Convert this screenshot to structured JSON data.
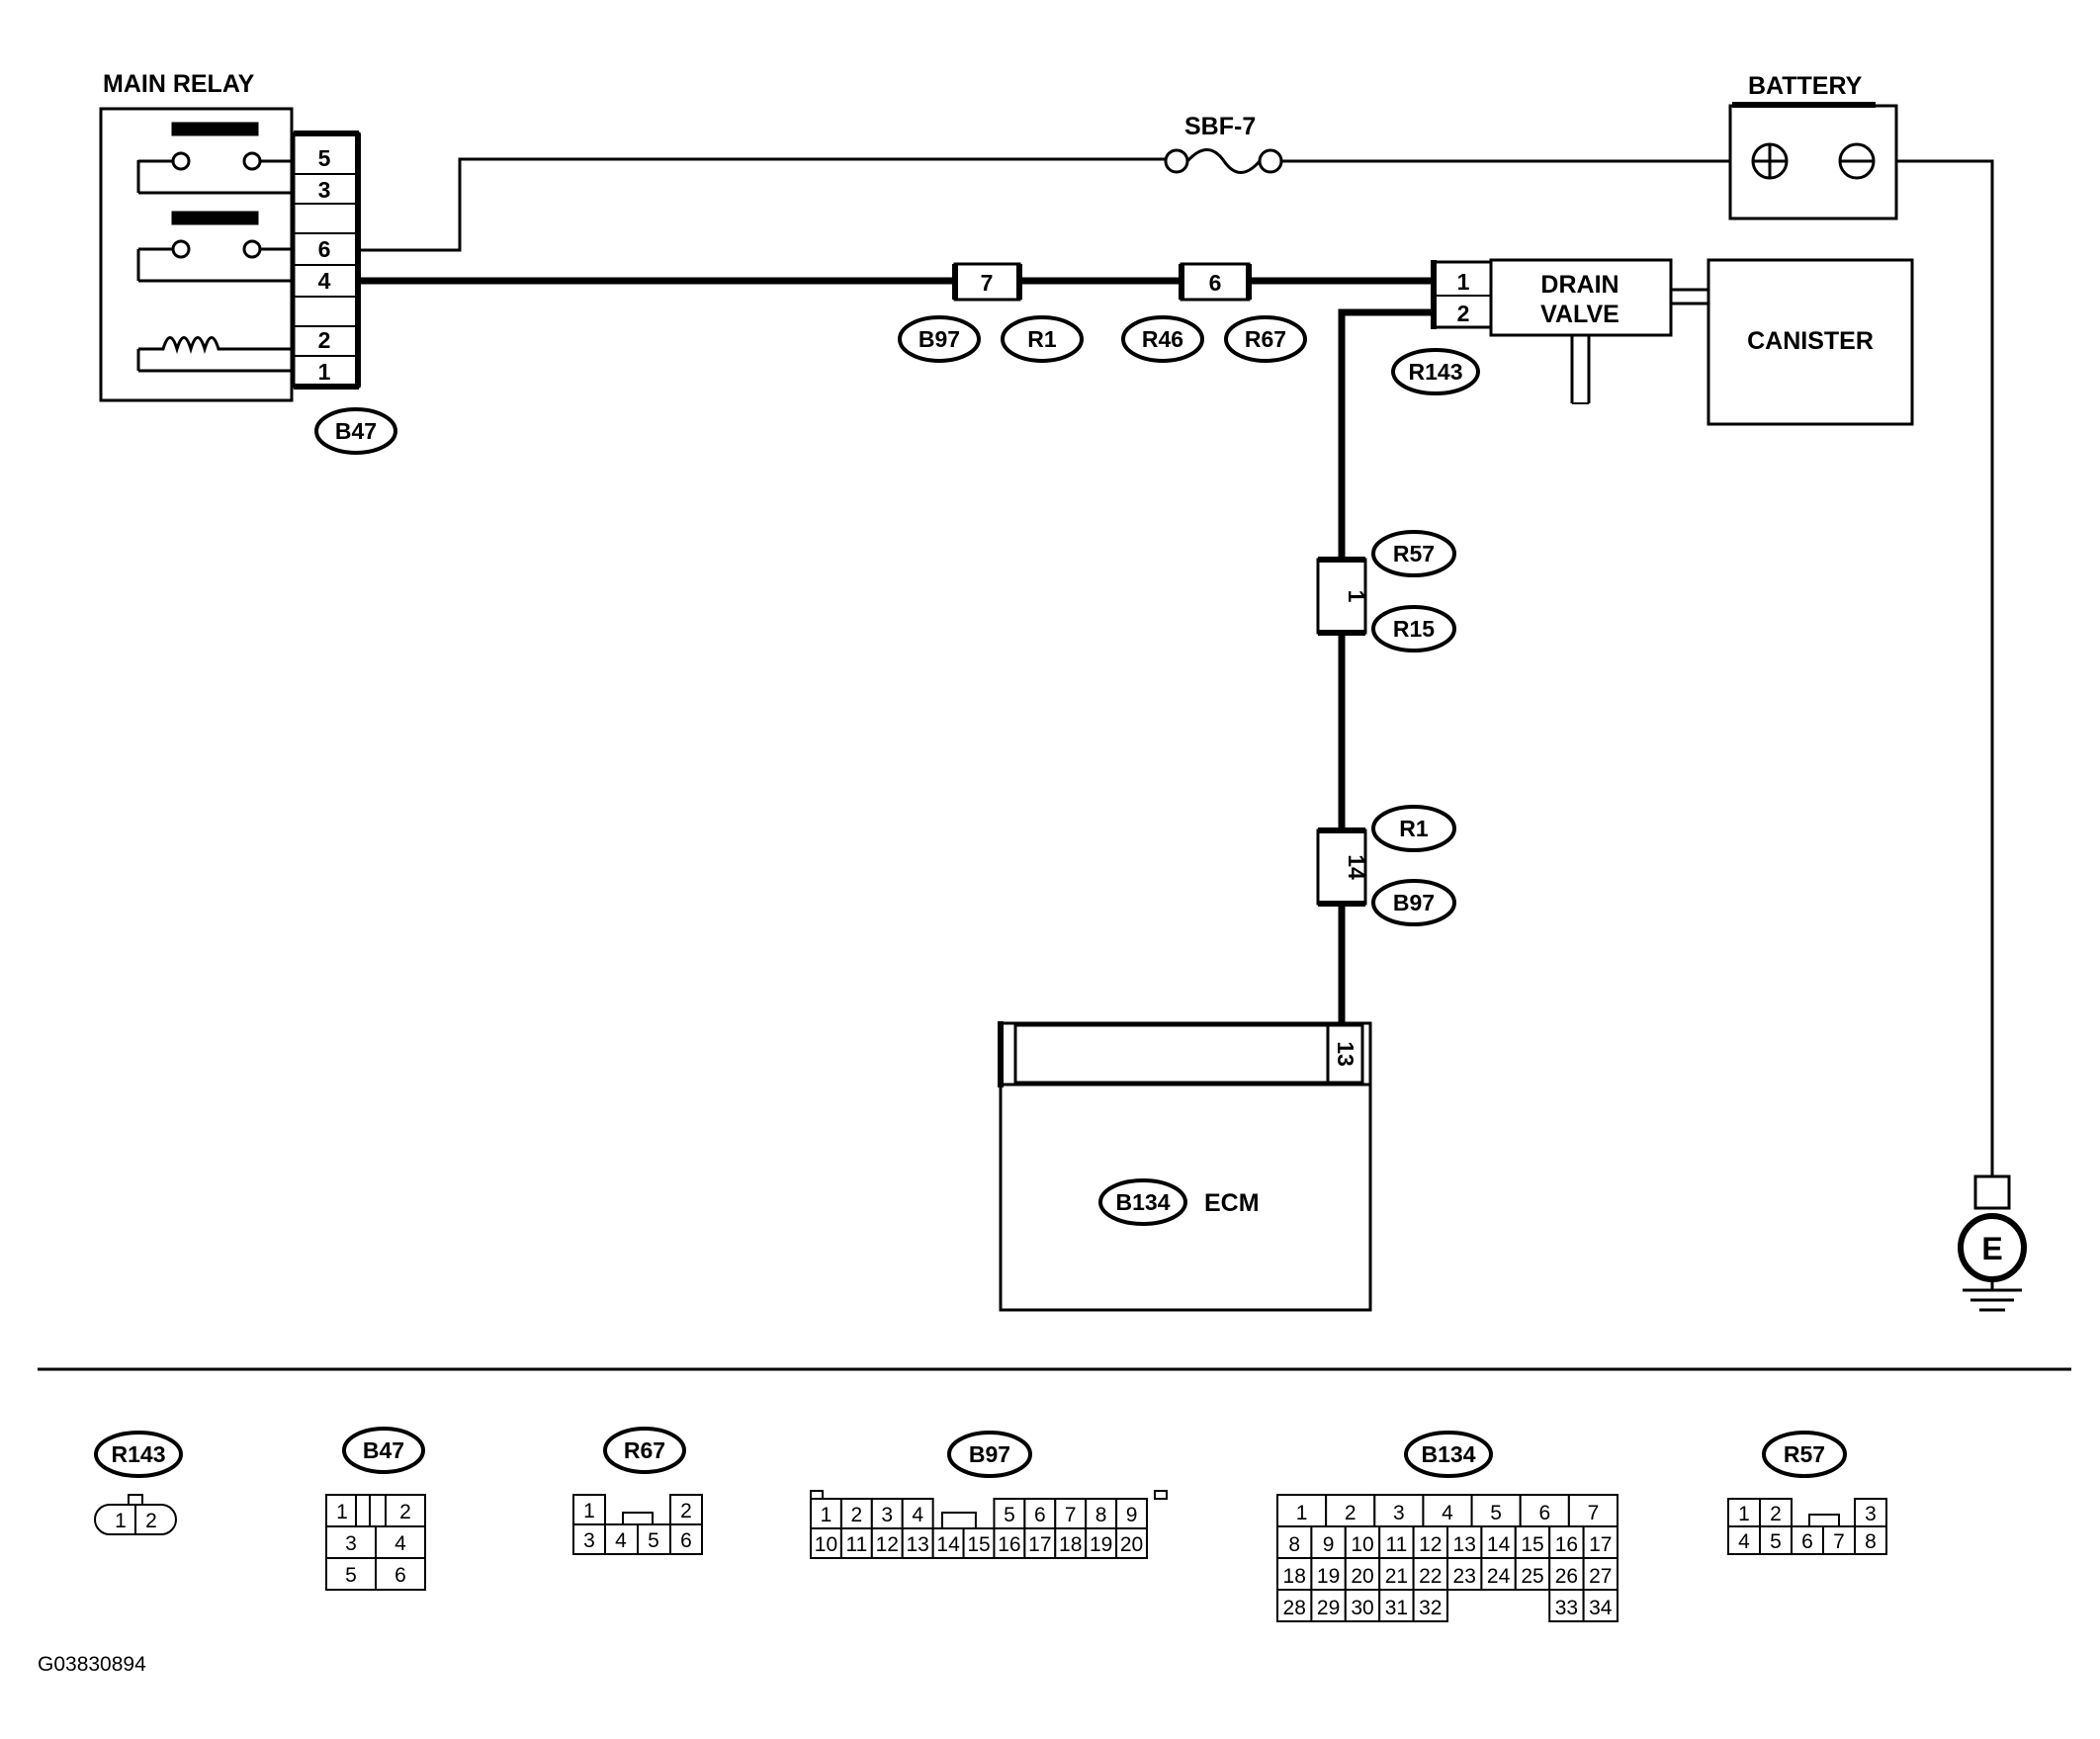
{
  "components": {
    "main_relay": "MAIN RELAY",
    "fuse": "SBF-7",
    "battery": "BATTERY",
    "drain_valve_line1": "DRAIN",
    "drain_valve_line2": "VALVE",
    "canister": "CANISTER",
    "ecm": "ECM",
    "ground": "E"
  },
  "relay_pins": [
    "5",
    "3",
    "6",
    "4",
    "2",
    "1"
  ],
  "inline_pins": {
    "b97_r1_top": "7",
    "r46_r67": "6",
    "valve_pin1": "1",
    "valve_pin2": "2",
    "r57_r15": "1",
    "r1_b97_vertical": "14",
    "ecm_pin": "13"
  },
  "connector_tags": {
    "b47": "B47",
    "b97_top": "B97",
    "r1_top": "R1",
    "r46": "R46",
    "r67_top": "R67",
    "r143": "R143",
    "r57": "R57",
    "r15": "R15",
    "r1_vertical": "R1",
    "b97_vertical": "B97",
    "b134": "B134"
  },
  "connector_views": [
    {
      "tag": "R143",
      "pins": [
        "1",
        "2"
      ]
    },
    {
      "tag": "B47",
      "pins": [
        "1",
        "2",
        "3",
        "4",
        "5",
        "6"
      ]
    },
    {
      "tag": "R67",
      "pins": [
        "1",
        "2",
        "3",
        "4",
        "5",
        "6"
      ]
    },
    {
      "tag": "B97",
      "pins": [
        "1",
        "2",
        "3",
        "4",
        "5",
        "6",
        "7",
        "8",
        "9",
        "10",
        "11",
        "12",
        "13",
        "14",
        "15",
        "16",
        "17",
        "18",
        "19",
        "20"
      ]
    },
    {
      "tag": "B134",
      "pins": [
        "1",
        "2",
        "3",
        "4",
        "5",
        "6",
        "7",
        "8",
        "9",
        "10",
        "11",
        "12",
        "13",
        "14",
        "15",
        "16",
        "17",
        "18",
        "19",
        "20",
        "21",
        "22",
        "23",
        "24",
        "25",
        "26",
        "27",
        "28",
        "29",
        "30",
        "31",
        "32",
        "33",
        "34"
      ]
    },
    {
      "tag": "R57",
      "pins": [
        "1",
        "2",
        "3",
        "4",
        "5",
        "6",
        "7",
        "8"
      ]
    }
  ],
  "figure_id": "G03830894"
}
